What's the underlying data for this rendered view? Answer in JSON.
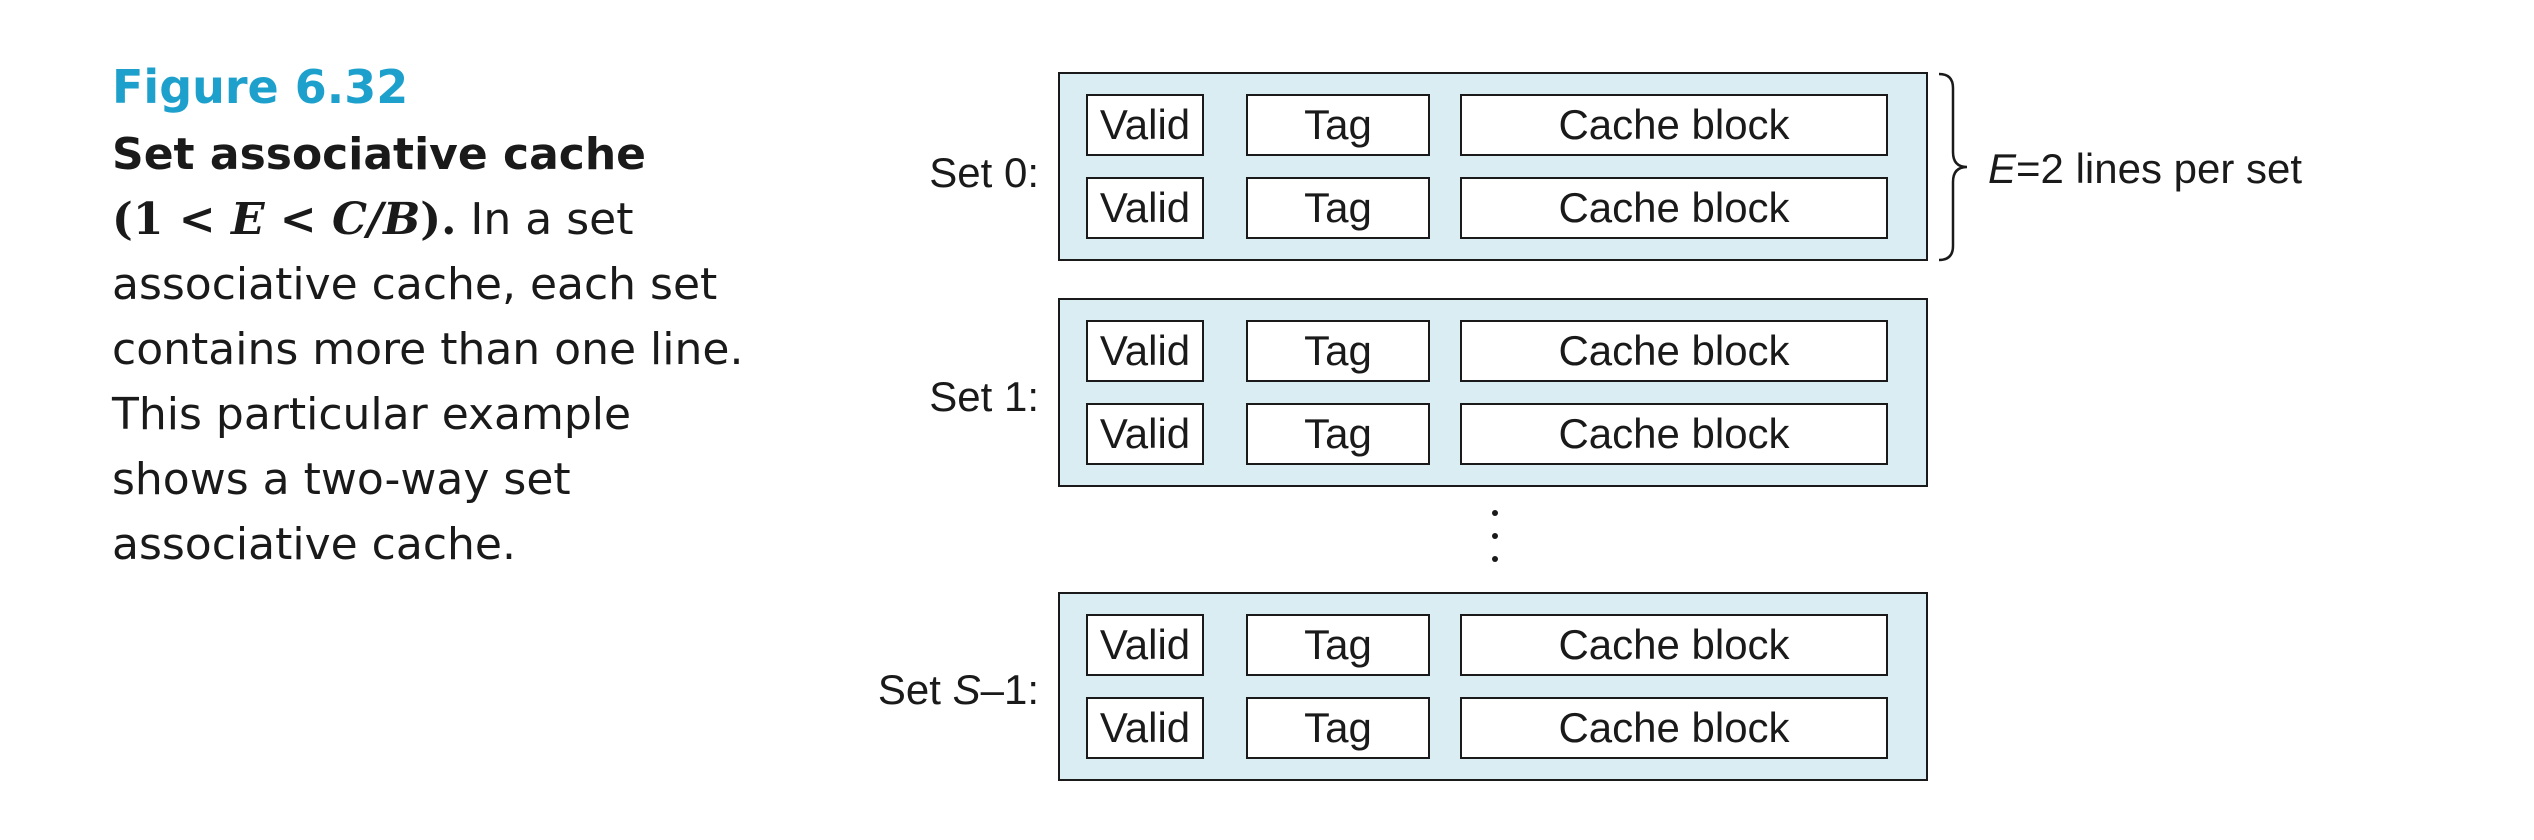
{
  "caption": {
    "figure_number": "Figure 6.32",
    "title": "Set associative cache",
    "condition_open": "(1 < ",
    "condition_E": "E",
    "condition_mid": " < ",
    "condition_CB": "C/B",
    "condition_close": ").",
    "text": " In a set associative cache, each set contains more than one line. This particular example shows a two-way set associative cache."
  },
  "diagram": {
    "sets": [
      {
        "label_prefix": "Set 0:",
        "label_var": "",
        "label_suffix": "",
        "lines": [
          {
            "valid": "Valid",
            "tag": "Tag",
            "block": "Cache block"
          },
          {
            "valid": "Valid",
            "tag": "Tag",
            "block": "Cache block"
          }
        ]
      },
      {
        "label_prefix": "Set 1:",
        "label_var": "",
        "label_suffix": "",
        "lines": [
          {
            "valid": "Valid",
            "tag": "Tag",
            "block": "Cache block"
          },
          {
            "valid": "Valid",
            "tag": "Tag",
            "block": "Cache block"
          }
        ]
      },
      {
        "label_prefix": "Set ",
        "label_var": "S",
        "label_suffix": "–1:",
        "lines": [
          {
            "valid": "Valid",
            "tag": "Tag",
            "block": "Cache block"
          },
          {
            "valid": "Valid",
            "tag": "Tag",
            "block": "Cache block"
          }
        ]
      }
    ],
    "brace_var": "E",
    "brace_text": "=2 lines per set"
  },
  "colors": {
    "figure_number": "#1ea0cc",
    "set_fill": "#d9edf2",
    "cell_fill": "#ffffff",
    "stroke": "#1a1a1a"
  }
}
